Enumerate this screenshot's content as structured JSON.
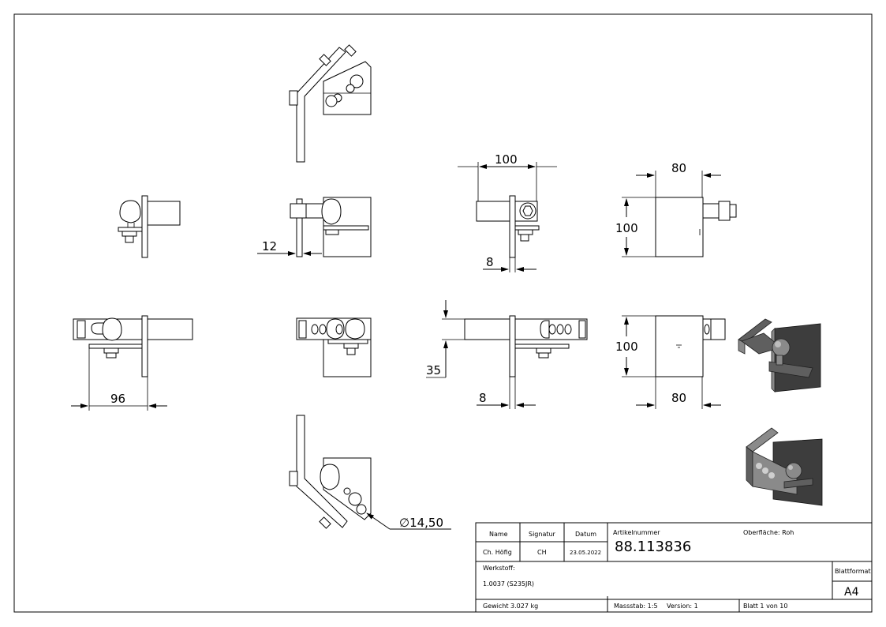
{
  "dimensions": {
    "d_100_top": "100",
    "d_80_top": "80",
    "d_100_left_side": "100",
    "d_12": "12",
    "d_8_top": "8",
    "d_96": "96",
    "d_35": "35",
    "d_8_bottom": "8",
    "d_100_left_front": "100",
    "d_80_bottom": "80",
    "d_diameter": "∅14,50"
  },
  "title_block": {
    "h_name": "Name",
    "h_signatur": "Signatur",
    "h_datum": "Datum",
    "v_name": "Ch. Höfig",
    "v_signatur": "CH",
    "v_datum": "23.05.2022",
    "l_artikelnummer": "Artikelnummer",
    "v_artikelnummer": "88.113836",
    "l_oberflaeche": "Oberfläche:  Roh",
    "l_werkstoff": "Werkstoff:",
    "v_werkstoff": "1.0037 (S235JR)",
    "l_blattformat": "Blattformat",
    "v_blattformat": "A4",
    "v_gewicht": "Gewicht 3.027 kg",
    "v_massstab": "Massstab: 1:5",
    "v_version": "Version: 1",
    "v_blatt": "Blatt 1 von 10"
  }
}
